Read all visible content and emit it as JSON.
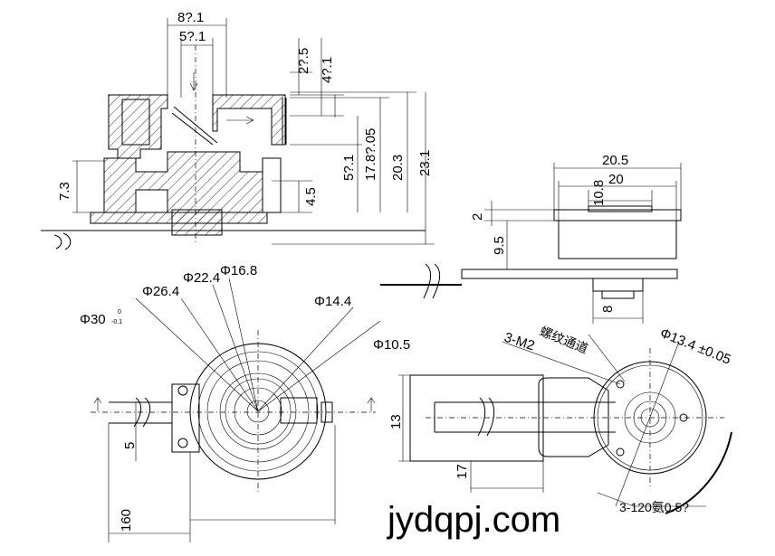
{
  "section_view": {
    "dims": {
      "width_8": "8?.1",
      "width_5": "5?.1",
      "h_2_5": "2?.5",
      "h_4_1": "4?.1",
      "h_5_1": "5?.1",
      "h_17_8": "17.8?.05",
      "h_20_3": "20.3",
      "h_23_1": "23.1",
      "h_7_3": "7.3",
      "h_4_5": "4.5"
    }
  },
  "side_view": {
    "dims": {
      "w_20_5": "20.5",
      "w_20": "20",
      "w_10_8": "10.8",
      "h_2": "2",
      "h_9_5": "9.5",
      "w_8": "8"
    }
  },
  "front_view": {
    "dims": {
      "phi_30": "Φ30",
      "phi_30_tol_upper": "0",
      "phi_30_tol_lower": "-0.1",
      "phi_26_4": "Φ26.4",
      "phi_22_4": "Φ22.4",
      "phi_16_8": "Φ16.8",
      "phi_14_4": "Φ14.4",
      "phi_10_5": "Φ10.5",
      "h_5": "5",
      "len_160": "160"
    }
  },
  "bottom_view": {
    "dims": {
      "thread_count": "3-M2",
      "thread_note": "螺纹通道",
      "phi_13_4": "Φ13.4 ±0.05",
      "h_13": "13",
      "len_17": "17",
      "angle_note": "3-120氨0.5?"
    }
  },
  "watermark": "jydqpj.com"
}
